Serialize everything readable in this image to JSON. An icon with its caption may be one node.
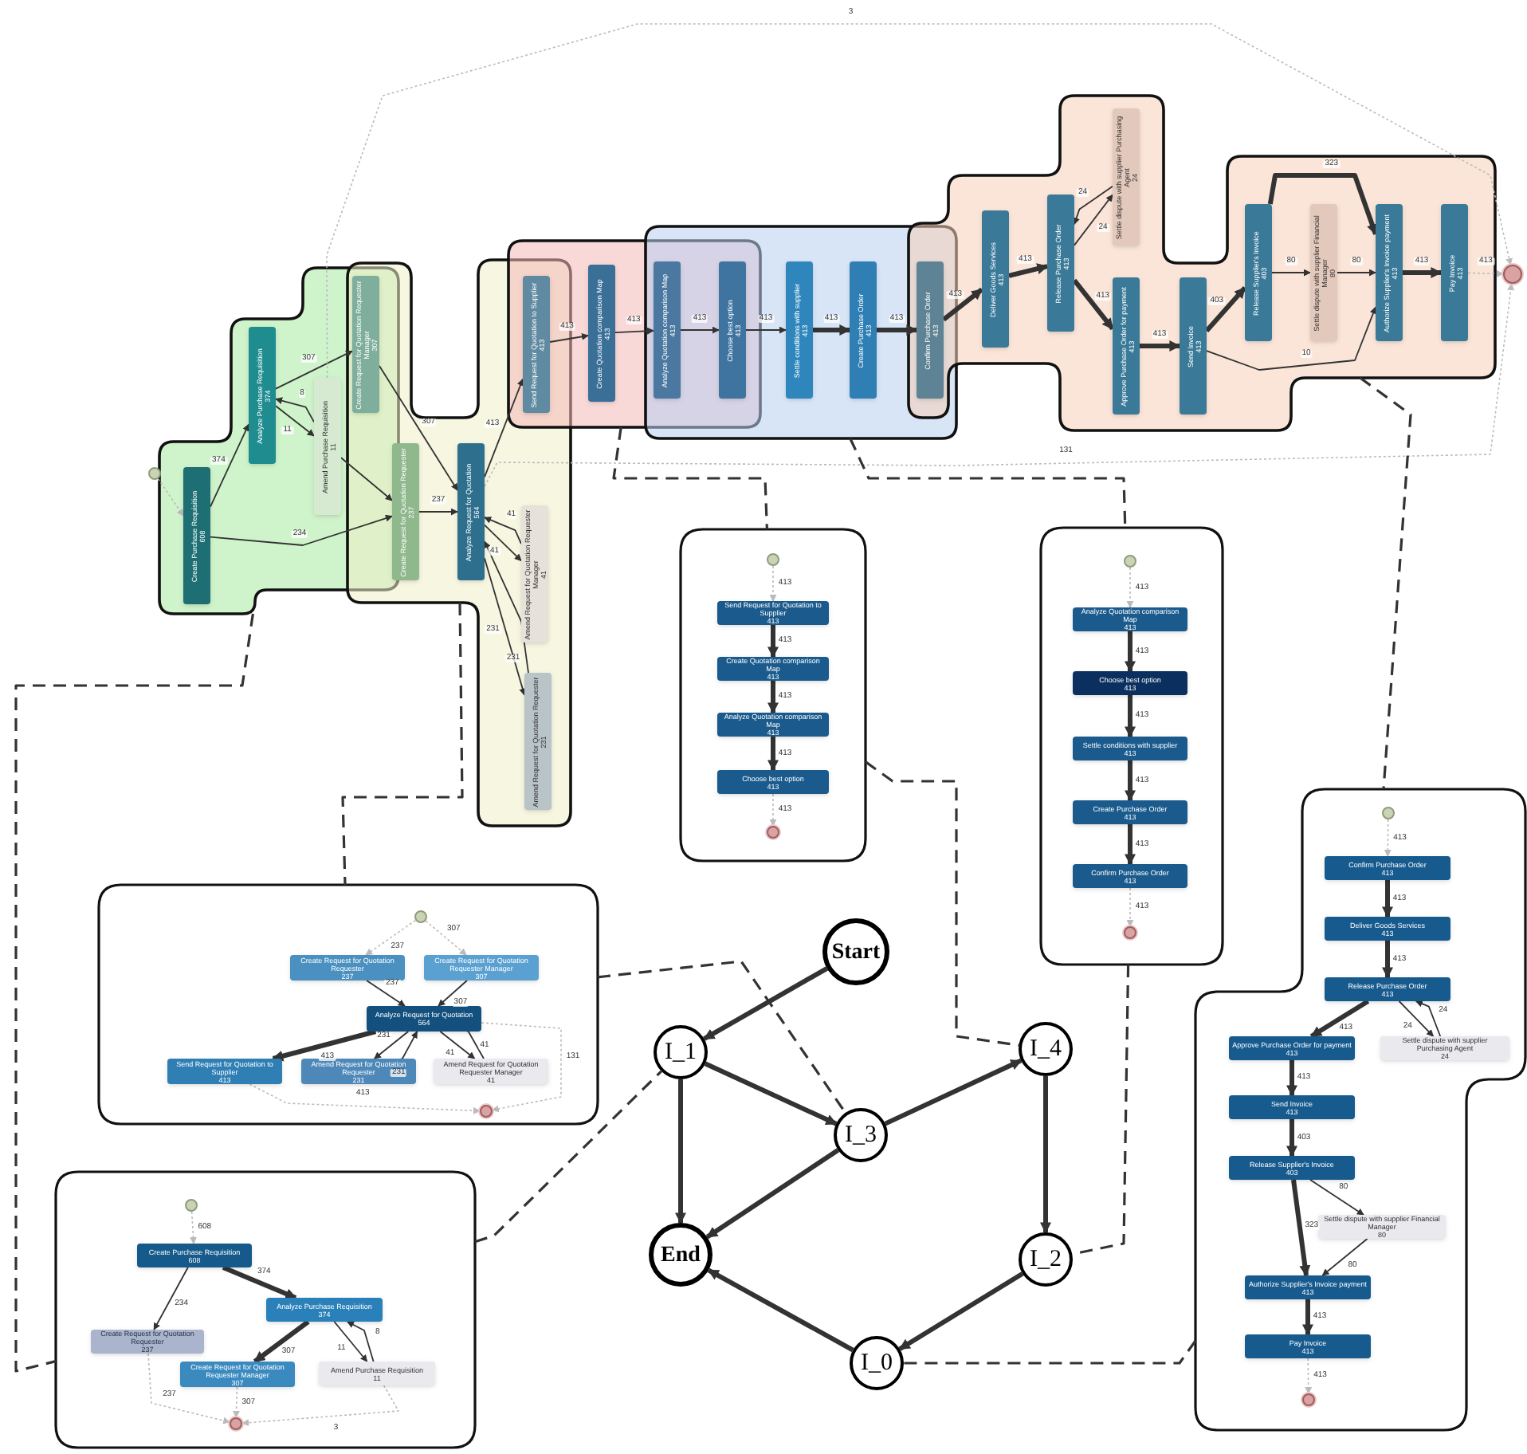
{
  "diagram": {
    "nodes": [
      {
        "text": [],
        "shape": "band"
      },
      {
        "text": [],
        "shape": "band"
      },
      {
        "text": [],
        "shape": "band"
      },
      {
        "text": [],
        "shape": "band"
      },
      {
        "text": [],
        "shape": "band"
      },
      {
        "text": [],
        "shape": "circle"
      },
      {
        "text": [
          "Create Purchase Requisition",
          "608"
        ],
        "in": 0
      },
      {
        "text": [
          "Analyze Purchase Requisition",
          "374"
        ],
        "in": 0
      },
      {
        "text": [
          "Amend Purchase Requisition",
          "11"
        ],
        "in": 0
      },
      {
        "text": [
          "Create Request for Quotation Requester Manager",
          "307"
        ]
      },
      {
        "text": [
          "Create Request for Quotation Requester",
          "237"
        ],
        "in": 1
      },
      {
        "text": [
          "Analyze Request for Quotation",
          "564"
        ],
        "in": 1
      },
      {
        "text": [
          "Amend Request for Quotation Requester Manager",
          "41"
        ],
        "in": 1
      },
      {
        "text": [
          "Amend Request for Quotation Requester",
          "231"
        ],
        "in": 1
      },
      {
        "text": [
          "Send Request for Quotation to Supplier",
          "413"
        ]
      },
      {
        "text": [
          "Create Quotation comparison Map",
          "413"
        ],
        "in": 2
      },
      {
        "text": [
          "Analyze Quotation comparison Map",
          "413"
        ]
      },
      {
        "text": [
          "Choose best option",
          "413"
        ]
      },
      {
        "text": [
          "Settle conditions with supplier",
          "413"
        ],
        "in": 3
      },
      {
        "text": [
          "Create Purchase Order",
          "413"
        ],
        "in": 3
      },
      {
        "text": [
          "Confirm Purchase Order",
          "413"
        ]
      },
      {
        "text": [
          "Deliver Goods Services",
          "413"
        ],
        "in": 4
      },
      {
        "text": [
          "Release Purchase Order",
          "413"
        ],
        "in": 4
      },
      {
        "text": [
          "Settle dispute with supplier Purchasing Agent",
          "24"
        ],
        "in": 4
      },
      {
        "text": [
          "Approve Purchase Order for payment",
          "413"
        ],
        "in": 4
      },
      {
        "text": [
          "Send Invoice",
          "413"
        ],
        "in": 4
      },
      {
        "text": [
          "Release Supplier's Invoice",
          "403"
        ],
        "in": 4
      },
      {
        "text": [
          "Settle dispute with supplier Financial Manager",
          "80"
        ],
        "in": 4
      },
      {
        "text": [
          "Authorize Supplier's Invoice payment",
          "413"
        ],
        "in": 4
      },
      {
        "text": [
          "Pay Invoice",
          "413"
        ],
        "in": 4
      },
      {
        "text": [],
        "shape": "circle"
      },
      {
        "text": [],
        "shape": "box"
      },
      {
        "text": [],
        "shape": "circle",
        "in": 31
      },
      {
        "text": [
          "Create Request for Quotation Requester",
          "237"
        ],
        "in": 31
      },
      {
        "text": [
          "Create Request for Quotation Requester Manager",
          "307"
        ],
        "in": 31
      },
      {
        "text": [
          "Analyze Request for Quotation",
          "564"
        ],
        "in": 31
      },
      {
        "text": [
          "Send Request for Quotation to Supplier",
          "413"
        ],
        "in": 31
      },
      {
        "text": [
          "Amend Request for Quotation Requester",
          "231"
        ],
        "in": 31
      },
      {
        "text": [
          "Amend Request for Quotation Requester Manager",
          "41"
        ],
        "in": 31
      },
      {
        "text": [],
        "shape": "circle",
        "in": 31
      },
      {
        "text": [],
        "shape": "box"
      },
      {
        "text": [],
        "shape": "circle",
        "in": 40
      },
      {
        "text": [
          "Send Request for Quotation to Supplier",
          "413"
        ],
        "in": 40
      },
      {
        "text": [
          "Create Quotation comparison Map",
          "413"
        ],
        "in": 40
      },
      {
        "text": [
          "Analyze Quotation comparison Map",
          "413"
        ],
        "in": 40
      },
      {
        "text": [
          "Choose best option",
          "413"
        ],
        "in": 40
      },
      {
        "text": [],
        "shape": "circle",
        "in": 40
      },
      {
        "text": [],
        "shape": "box"
      },
      {
        "text": [],
        "shape": "circle",
        "in": 47
      },
      {
        "text": [
          "Analyze Quotation comparison Map",
          "413"
        ],
        "in": 47
      },
      {
        "text": [
          "Choose best option",
          "413"
        ],
        "in": 47
      },
      {
        "text": [
          "Settle conditions with supplier",
          "413"
        ],
        "in": 47
      },
      {
        "text": [
          "Create Purchase Order",
          "413"
        ],
        "in": 47
      },
      {
        "text": [
          "Confirm Purchase Order",
          "413"
        ],
        "in": 47
      },
      {
        "text": [],
        "shape": "circle",
        "in": 47
      },
      {
        "text": [],
        "shape": "box"
      },
      {
        "text": [],
        "shape": "circle",
        "in": 55
      },
      {
        "text": [
          "Confirm Purchase Order",
          "413"
        ],
        "in": 55
      },
      {
        "text": [
          "Deliver Goods Services",
          "413"
        ],
        "in": 55
      },
      {
        "text": [
          "Release Purchase Order",
          "413"
        ],
        "in": 55
      },
      {
        "text": [
          "Approve Purchase Order for payment",
          "413"
        ],
        "in": 55
      },
      {
        "text": [
          "Settle dispute with supplier Purchasing Agent",
          "24"
        ],
        "in": 55
      },
      {
        "text": [
          "Send Invoice",
          "413"
        ],
        "in": 55
      },
      {
        "text": [
          "Release Supplier's Invoice",
          "403"
        ],
        "in": 55
      },
      {
        "text": [
          "Settle dispute with supplier Financial Manager",
          "80"
        ],
        "in": 55
      },
      {
        "text": [
          "Authorize Supplier's Invoice payment",
          "413"
        ],
        "in": 55
      },
      {
        "text": [
          "Pay Invoice",
          "413"
        ],
        "in": 55
      },
      {
        "text": [],
        "shape": "circle",
        "in": 55
      },
      {
        "text": [],
        "shape": "box"
      },
      {
        "text": [],
        "shape": "circle",
        "in": 68
      },
      {
        "text": [
          "Create Purchase Requisition",
          "608"
        ],
        "in": 68
      },
      {
        "text": [
          "Analyze Purchase Requisition",
          "374"
        ],
        "in": 68
      },
      {
        "text": [
          "Create Request for Quotation Requester",
          "237"
        ],
        "in": 68
      },
      {
        "text": [
          "Create Request for Quotation Requester Manager",
          "307"
        ],
        "in": 68
      },
      {
        "text": [
          "Amend Purchase Requisition",
          "11"
        ],
        "in": 68
      },
      {
        "text": [],
        "shape": "circle",
        "in": 68
      },
      {
        "text": [
          "Start"
        ]
      },
      {
        "text": [
          "I_1"
        ]
      },
      {
        "text": [
          "I_4"
        ]
      },
      {
        "text": [
          "I_3"
        ]
      },
      {
        "text": [
          "End"
        ]
      },
      {
        "text": [
          "I_2"
        ]
      },
      {
        "text": [
          "I_0"
        ]
      }
    ],
    "edges": [
      {
        "from": 5,
        "to": 6,
        "arrow": "to",
        "style": "dashed",
        "color": "#bbbbbb"
      },
      {
        "from": 6,
        "to": 7,
        "arrow": "to",
        "label": "374"
      },
      {
        "from": 6,
        "to": 10,
        "arrow": "to",
        "label": "234"
      },
      {
        "from": 7,
        "to": 9,
        "arrow": "to",
        "label": "307"
      },
      {
        "from": 7,
        "to": 8,
        "arrow": "to",
        "label": "11"
      },
      {
        "from": 8,
        "to": 7,
        "arrow": "to",
        "label": "8"
      },
      {
        "from": 8,
        "to": 10,
        "arrow": "to"
      },
      {
        "from": 9,
        "to": 11,
        "arrow": "to",
        "label": "307"
      },
      {
        "from": 10,
        "to": 11,
        "arrow": "to",
        "label": "237"
      },
      {
        "from": 11,
        "to": 12,
        "arrow": "to",
        "label": "41"
      },
      {
        "from": 12,
        "to": 11,
        "arrow": "to",
        "label": "41"
      },
      {
        "from": 11,
        "to": 13,
        "arrow": "to",
        "label": "231"
      },
      {
        "from": 13,
        "to": 11,
        "arrow": "to",
        "label": "231"
      },
      {
        "from": 11,
        "to": 14,
        "arrow": "to",
        "label": "413"
      },
      {
        "from": 14,
        "to": 15,
        "arrow": "to",
        "label": "413"
      },
      {
        "from": 15,
        "to": 16,
        "arrow": "to",
        "label": "413"
      },
      {
        "from": 16,
        "to": 17,
        "arrow": "to",
        "label": "413"
      },
      {
        "from": 17,
        "to": 18,
        "arrow": "to",
        "label": "413"
      },
      {
        "from": 18,
        "to": 19,
        "arrow": "to",
        "label": "413",
        "style": "thick"
      },
      {
        "from": 19,
        "to": 20,
        "arrow": "to",
        "label": "413",
        "style": "thick"
      },
      {
        "from": 20,
        "to": 21,
        "arrow": "to",
        "label": "413",
        "style": "thick"
      },
      {
        "from": 21,
        "to": 22,
        "arrow": "to",
        "label": "413",
        "style": "thick"
      },
      {
        "from": 22,
        "to": 23,
        "arrow": "to",
        "label": "24"
      },
      {
        "from": 23,
        "to": 22,
        "arrow": "to",
        "label": "24"
      },
      {
        "from": 22,
        "to": 24,
        "arrow": "to",
        "label": "413",
        "style": "thick"
      },
      {
        "from": 24,
        "to": 25,
        "arrow": "to",
        "label": "413",
        "style": "thick"
      },
      {
        "from": 25,
        "to": 26,
        "arrow": "to",
        "label": "403",
        "style": "thick"
      },
      {
        "from": 25,
        "to": 28,
        "arrow": "to",
        "label": "10"
      },
      {
        "from": 26,
        "to": 27,
        "arrow": "to",
        "label": "80"
      },
      {
        "from": 27,
        "to": 28,
        "arrow": "to",
        "label": "80"
      },
      {
        "from": 26,
        "to": 28,
        "arrow": "to",
        "label": "323",
        "style": "thick"
      },
      {
        "from": 28,
        "to": 29,
        "arrow": "to",
        "label": "413",
        "style": "thick"
      },
      {
        "from": 29,
        "to": 30,
        "arrow": "to",
        "label": "413",
        "style": "dashed",
        "color": "#bbbbbb"
      },
      {
        "from": 8,
        "to": 30,
        "arrow": "to",
        "label": "3",
        "style": "dashed",
        "color": "#bbbbbb"
      },
      {
        "from": 11,
        "to": 30,
        "arrow": "to",
        "label": "131",
        "style": "dashed",
        "color": "#bbbbbb"
      },
      {
        "from": 0,
        "to": 68,
        "arrow": "none",
        "style": "dashed"
      },
      {
        "from": 1,
        "to": 31,
        "arrow": "none",
        "style": "dashed"
      },
      {
        "from": 2,
        "to": 40,
        "arrow": "none",
        "style": "dashed"
      },
      {
        "from": 3,
        "to": 47,
        "arrow": "none",
        "style": "dashed"
      },
      {
        "from": 4,
        "to": 55,
        "arrow": "none",
        "style": "dashed"
      },
      {
        "from": 68,
        "to": 77,
        "arrow": "none",
        "style": "dashed"
      },
      {
        "from": 31,
        "to": 79,
        "arrow": "none",
        "style": "dashed"
      },
      {
        "from": 40,
        "to": 78,
        "arrow": "none",
        "style": "dashed"
      },
      {
        "from": 47,
        "to": 81,
        "arrow": "none",
        "style": "dashed"
      },
      {
        "from": 55,
        "to": 82,
        "arrow": "none",
        "style": "dashed"
      },
      {
        "from": 32,
        "to": 33,
        "arrow": "to",
        "label": "237",
        "style": "dashed",
        "color": "#bbbbbb"
      },
      {
        "from": 32,
        "to": 34,
        "arrow": "to",
        "label": "307",
        "style": "dashed",
        "color": "#bbbbbb"
      },
      {
        "from": 33,
        "to": 35,
        "arrow": "to",
        "label": "237"
      },
      {
        "from": 34,
        "to": 35,
        "arrow": "to",
        "label": "307"
      },
      {
        "from": 35,
        "to": 36,
        "arrow": "to",
        "label": "413",
        "style": "thick"
      },
      {
        "from": 35,
        "to": 37,
        "arrow": "to",
        "label": "231"
      },
      {
        "from": 37,
        "to": 35,
        "arrow": "to",
        "label": "231"
      },
      {
        "from": 35,
        "to": 38,
        "arrow": "to",
        "label": "41"
      },
      {
        "from": 38,
        "to": 35,
        "arrow": "to",
        "label": "41"
      },
      {
        "from": 36,
        "to": 39,
        "arrow": "to",
        "label": "413",
        "style": "dashed",
        "color": "#bbbbbb"
      },
      {
        "from": 35,
        "to": 39,
        "arrow": "to",
        "label": "131",
        "style": "dashed",
        "color": "#bbbbbb"
      },
      {
        "from": 41,
        "to": 42,
        "arrow": "to",
        "label": "413",
        "style": "dashed",
        "color": "#bbbbbb"
      },
      {
        "from": 42,
        "to": 43,
        "arrow": "to",
        "label": "413",
        "style": "thick"
      },
      {
        "from": 43,
        "to": 44,
        "arrow": "to",
        "label": "413",
        "style": "thick"
      },
      {
        "from": 44,
        "to": 45,
        "arrow": "to",
        "label": "413",
        "style": "thick"
      },
      {
        "from": 45,
        "to": 46,
        "arrow": "to",
        "label": "413",
        "style": "dashed",
        "color": "#bbbbbb"
      },
      {
        "from": 48,
        "to": 49,
        "arrow": "to",
        "label": "413",
        "style": "dashed",
        "color": "#bbbbbb"
      },
      {
        "from": 49,
        "to": 50,
        "arrow": "to",
        "label": "413",
        "style": "thick"
      },
      {
        "from": 50,
        "to": 51,
        "arrow": "to",
        "label": "413",
        "style": "thick"
      },
      {
        "from": 51,
        "to": 52,
        "arrow": "to",
        "label": "413",
        "style": "thick"
      },
      {
        "from": 52,
        "to": 53,
        "arrow": "to",
        "label": "413",
        "style": "thick"
      },
      {
        "from": 53,
        "to": 54,
        "arrow": "to",
        "label": "413",
        "style": "dashed",
        "color": "#bbbbbb"
      },
      {
        "from": 56,
        "to": 57,
        "arrow": "to",
        "label": "413",
        "style": "dashed",
        "color": "#bbbbbb"
      },
      {
        "from": 57,
        "to": 58,
        "arrow": "to",
        "label": "413",
        "style": "thick"
      },
      {
        "from": 58,
        "to": 59,
        "arrow": "to",
        "label": "413",
        "style": "thick"
      },
      {
        "from": 59,
        "to": 60,
        "arrow": "to",
        "label": "413",
        "style": "thick"
      },
      {
        "from": 59,
        "to": 61,
        "arrow": "to",
        "label": "24"
      },
      {
        "from": 61,
        "to": 59,
        "arrow": "to",
        "label": "24"
      },
      {
        "from": 60,
        "to": 62,
        "arrow": "to",
        "label": "413",
        "style": "thick"
      },
      {
        "from": 62,
        "to": 63,
        "arrow": "to",
        "label": "403",
        "style": "thick"
      },
      {
        "from": 63,
        "to": 64,
        "arrow": "to",
        "label": "80"
      },
      {
        "from": 64,
        "to": 65,
        "arrow": "to",
        "label": "80"
      },
      {
        "from": 63,
        "to": 65,
        "arrow": "to",
        "label": "323",
        "style": "thick"
      },
      {
        "from": 65,
        "to": 66,
        "arrow": "to",
        "label": "413",
        "style": "thick"
      },
      {
        "from": 66,
        "to": 67,
        "arrow": "to",
        "label": "413",
        "style": "dashed",
        "color": "#bbbbbb"
      },
      {
        "from": 69,
        "to": 70,
        "arrow": "to",
        "label": "608",
        "style": "dashed",
        "color": "#bbbbbb"
      },
      {
        "from": 70,
        "to": 71,
        "arrow": "to",
        "label": "374",
        "style": "thick"
      },
      {
        "from": 70,
        "to": 72,
        "arrow": "to",
        "label": "234"
      },
      {
        "from": 71,
        "to": 73,
        "arrow": "to",
        "label": "307",
        "style": "thick"
      },
      {
        "from": 71,
        "to": 74,
        "arrow": "to",
        "label": "11"
      },
      {
        "from": 74,
        "to": 71,
        "arrow": "to",
        "label": "8"
      },
      {
        "from": 72,
        "to": 75,
        "arrow": "to",
        "label": "237",
        "style": "dashed",
        "color": "#bbbbbb"
      },
      {
        "from": 73,
        "to": 75,
        "arrow": "to",
        "label": "307",
        "style": "dashed",
        "color": "#bbbbbb"
      },
      {
        "from": 74,
        "to": 75,
        "arrow": "to",
        "label": "3",
        "style": "dashed",
        "color": "#bbbbbb"
      },
      {
        "from": 76,
        "to": 77,
        "arrow": "to",
        "style": "thick"
      },
      {
        "from": 77,
        "to": 80,
        "arrow": "to",
        "style": "thick"
      },
      {
        "from": 77,
        "to": 79,
        "arrow": "to",
        "style": "thick"
      },
      {
        "from": 79,
        "to": 80,
        "arrow": "to",
        "style": "thick"
      },
      {
        "from": 79,
        "to": 78,
        "arrow": "to",
        "style": "thick"
      },
      {
        "from": 78,
        "to": 81,
        "arrow": "to",
        "style": "thick"
      },
      {
        "from": 81,
        "to": 82,
        "arrow": "to",
        "style": "thick"
      },
      {
        "from": 82,
        "to": 80,
        "arrow": "to",
        "style": "thick"
      }
    ]
  }
}
